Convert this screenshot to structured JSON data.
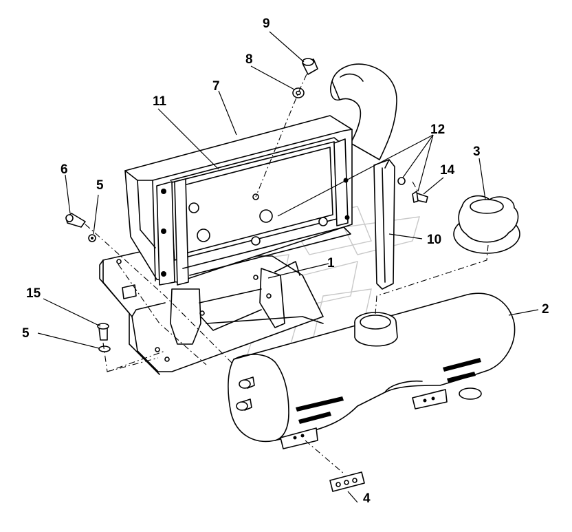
{
  "callouts": [
    {
      "id": "1",
      "label": "1"
    },
    {
      "id": "2",
      "label": "2"
    },
    {
      "id": "3",
      "label": "3"
    },
    {
      "id": "4",
      "label": "4"
    },
    {
      "id": "5a",
      "label": "5"
    },
    {
      "id": "5b",
      "label": "5"
    },
    {
      "id": "6",
      "label": "6"
    },
    {
      "id": "7",
      "label": "7"
    },
    {
      "id": "8",
      "label": "8"
    },
    {
      "id": "9",
      "label": "9"
    },
    {
      "id": "10",
      "label": "10"
    },
    {
      "id": "11",
      "label": "11"
    },
    {
      "id": "12",
      "label": "12"
    },
    {
      "id": "14",
      "label": "14"
    },
    {
      "id": "15",
      "label": "15"
    }
  ],
  "colors": {
    "ink": "#000000",
    "background": "#ffffff",
    "watermark": "#c8c8c8"
  }
}
